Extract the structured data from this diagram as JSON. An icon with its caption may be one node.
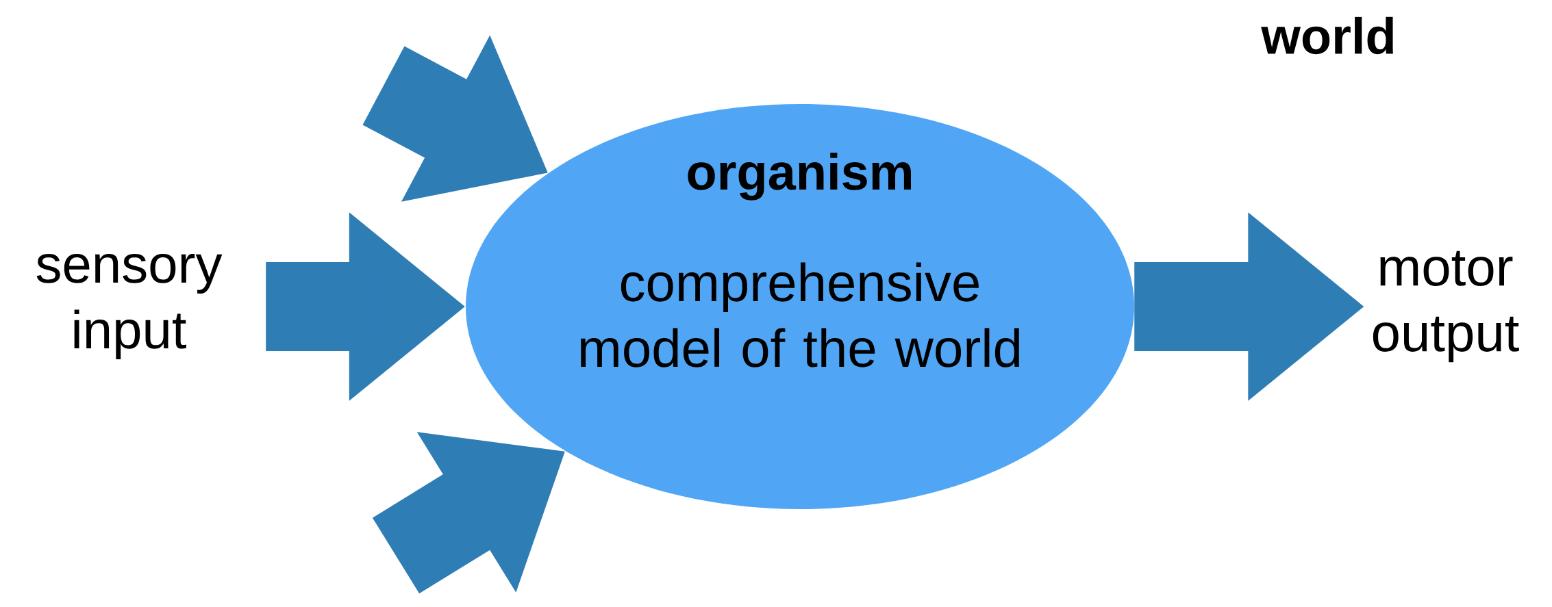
{
  "diagram": {
    "nodes": [
      {
        "text": [
          "organism",
          "comprehensive model of the world"
        ]
      },
      {
        "text": [
          "sensory input"
        ]
      },
      {
        "text": [
          "motor output"
        ]
      }
    ],
    "edges": [
      {
        "from": 1,
        "to": 0,
        "arrow": "to"
      },
      {
        "from": 0,
        "to": 2,
        "arrow": "to"
      },
      {
        "from": null,
        "to": 0,
        "arrow": "to"
      },
      {
        "from": null,
        "to": 0,
        "arrow": "to"
      }
    ],
    "labels": [
      "world"
    ]
  }
}
